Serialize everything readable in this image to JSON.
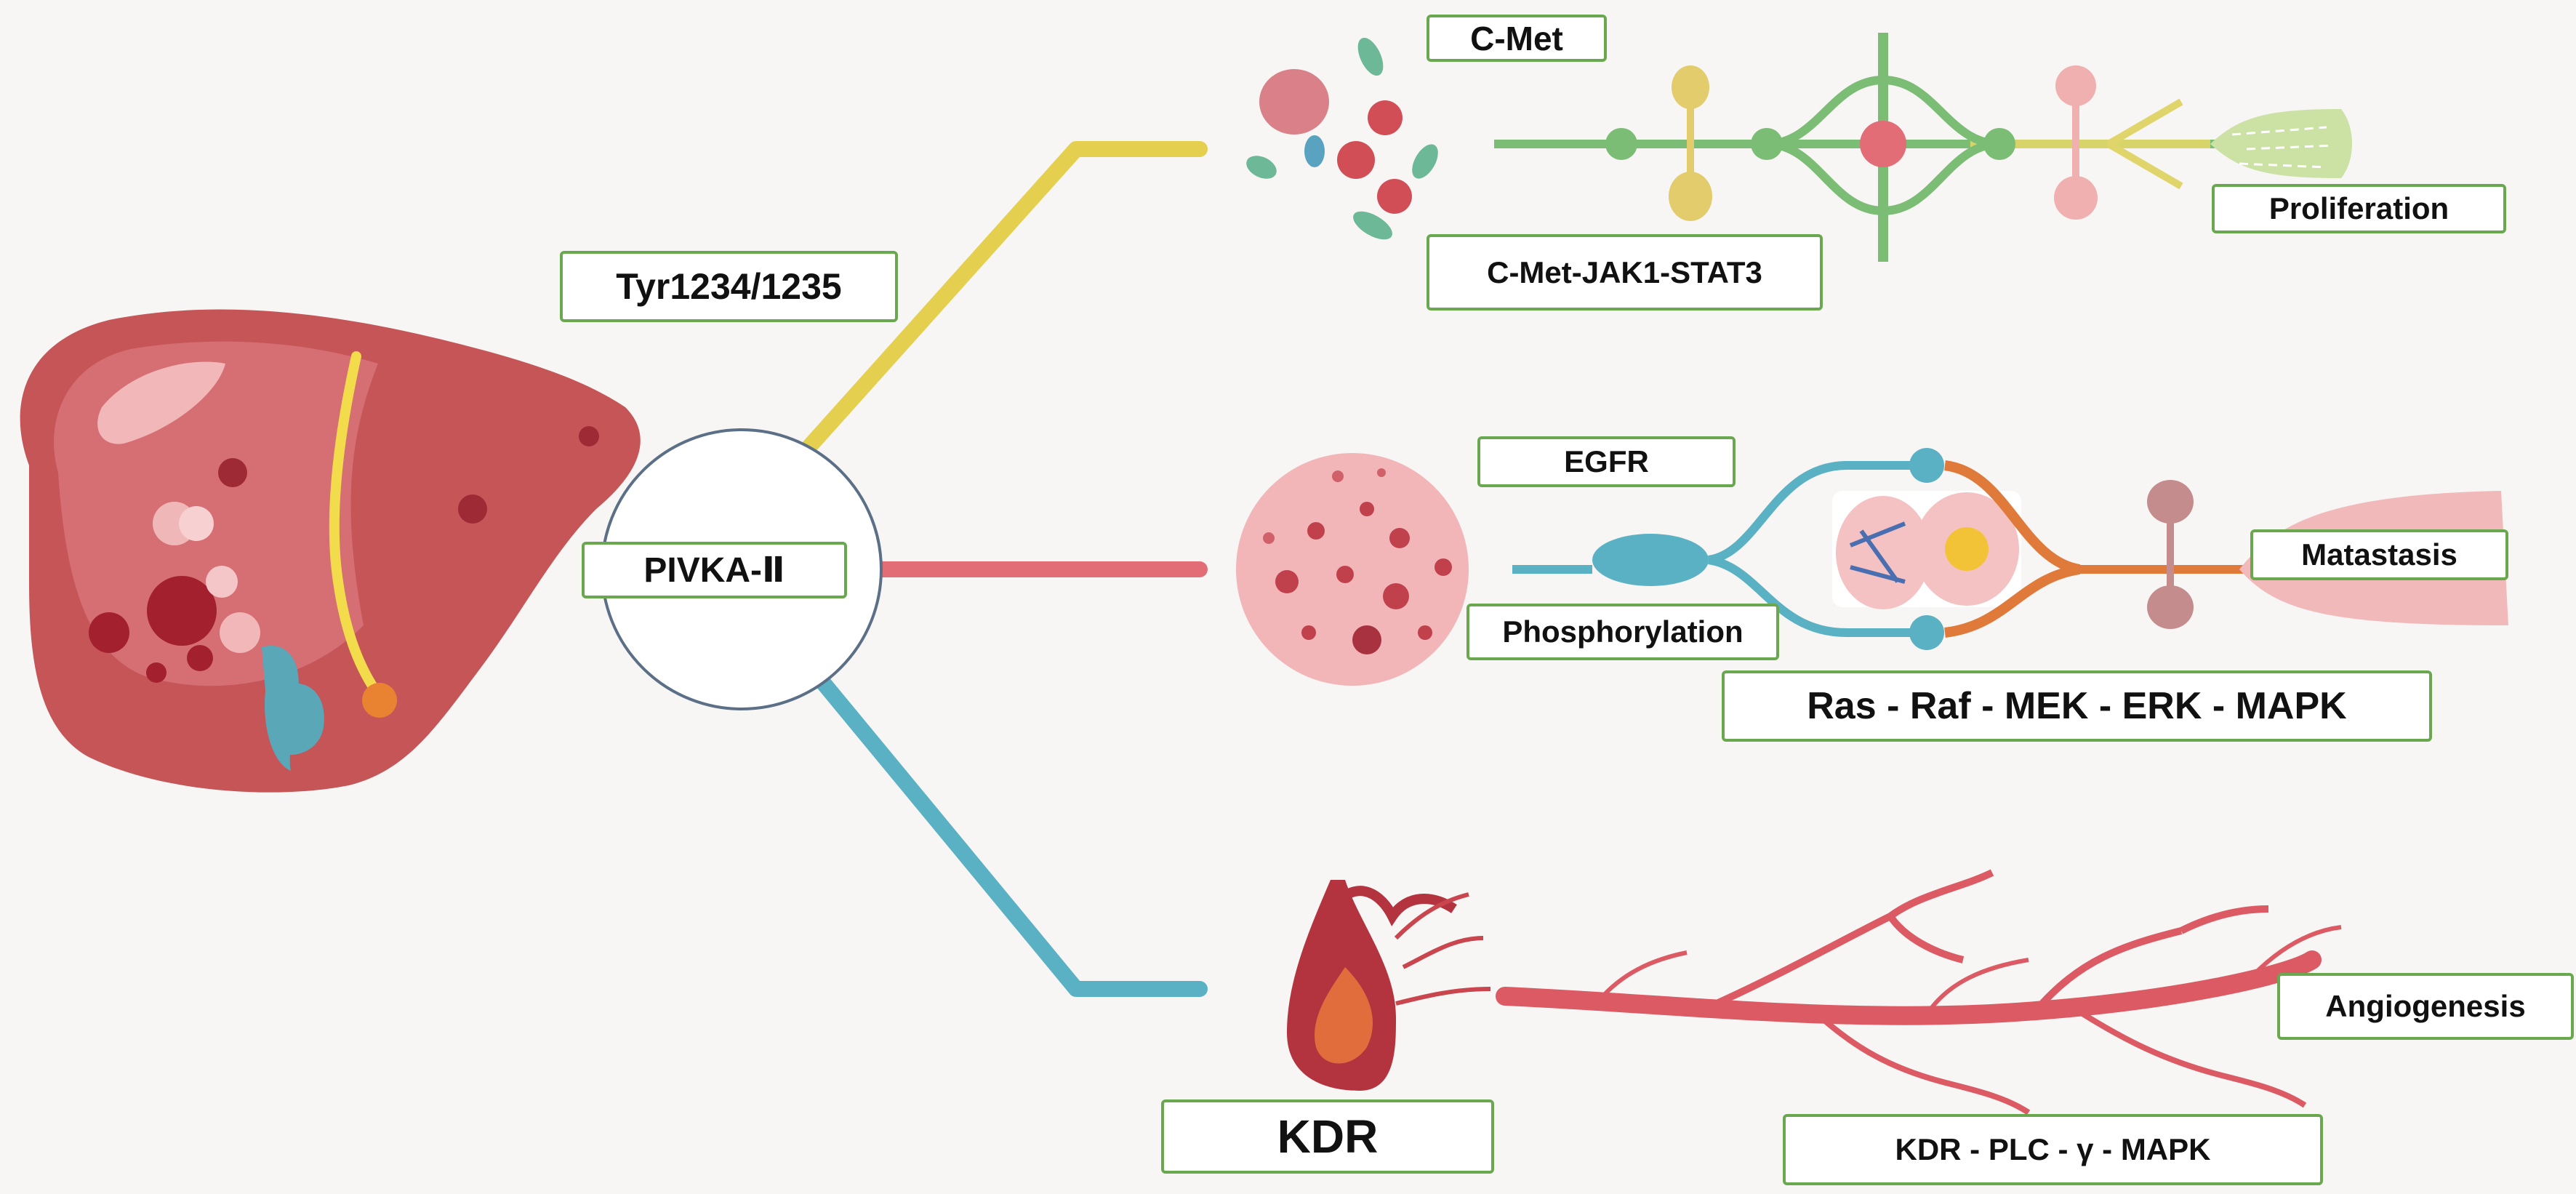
{
  "diagram": {
    "center": {
      "label": "PIVKA-Ⅱ"
    },
    "site_label": "Tyr1234/1235",
    "branches": [
      {
        "receptor": "C-Met",
        "pathway": "C-Met-JAK1-STAT3",
        "outcome": "Proliferation",
        "color": "#e4cf4e"
      },
      {
        "receptor": "EGFR",
        "process": "Phosphorylation",
        "pathway": "Ras - Raf - MEK - ERK - MAPK",
        "outcome": "Matastasis",
        "color": "#e26d77"
      },
      {
        "receptor": "KDR",
        "pathway": "KDR - PLC - γ - MAPK",
        "outcome": "Angiogenesis",
        "color": "#5bb1c4"
      }
    ]
  }
}
